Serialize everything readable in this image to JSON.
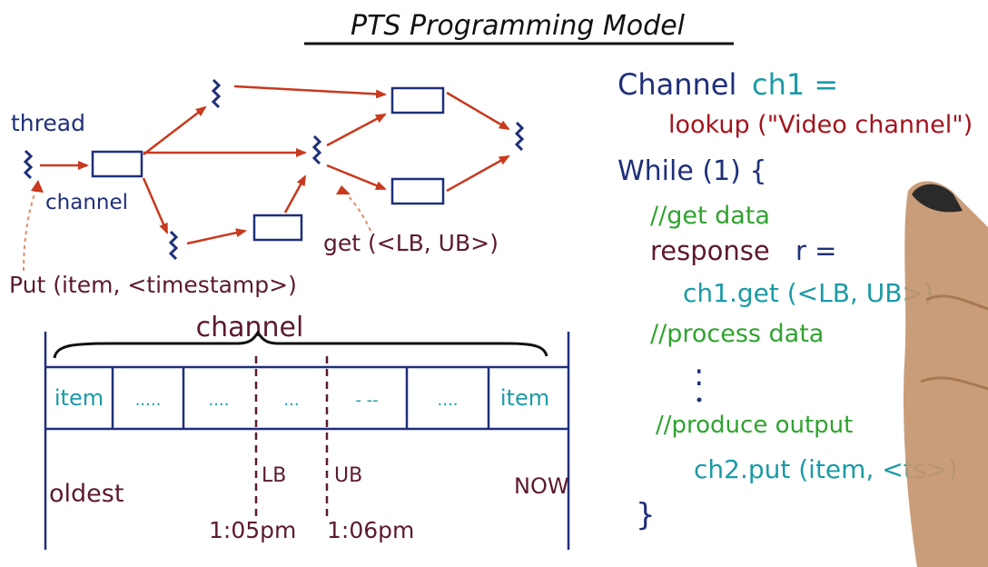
{
  "title": "PTS Programming Model",
  "diagram": {
    "thread_label": "thread",
    "channel_label": "channel",
    "put_label": "Put (item, <timestamp>)",
    "get_label": "get (<LB, UB>)"
  },
  "channel": {
    "label": "channel",
    "cells": [
      "item",
      ".....",
      "....",
      "...",
      "- --",
      "....",
      "item"
    ],
    "lb": "LB",
    "ub": "UB",
    "oldest": "oldest",
    "now": "NOW",
    "lb_time": "1:05pm",
    "ub_time": "1:06pm"
  },
  "code": {
    "line1": "Channel",
    "line1_var": "ch1 =",
    "line2": "lookup (\"Video channel\")",
    "line3": "While (1) {",
    "line4": "//get data",
    "line5_a": "response",
    "line5_b": "r =",
    "line6": "ch1.get (<LB, UB>)",
    "line7": "//process data",
    "line8": ":",
    "line9": "//produce output",
    "line10": "ch2.put (item, <ts>)",
    "line11": "}"
  },
  "colors": {
    "navy": "#1f2f7a",
    "maroon": "#5c1a2e",
    "red": "#c8391e",
    "darkred": "#a3141e",
    "green": "#2fa32f",
    "teal": "#1b9aa6",
    "black": "#111111"
  }
}
